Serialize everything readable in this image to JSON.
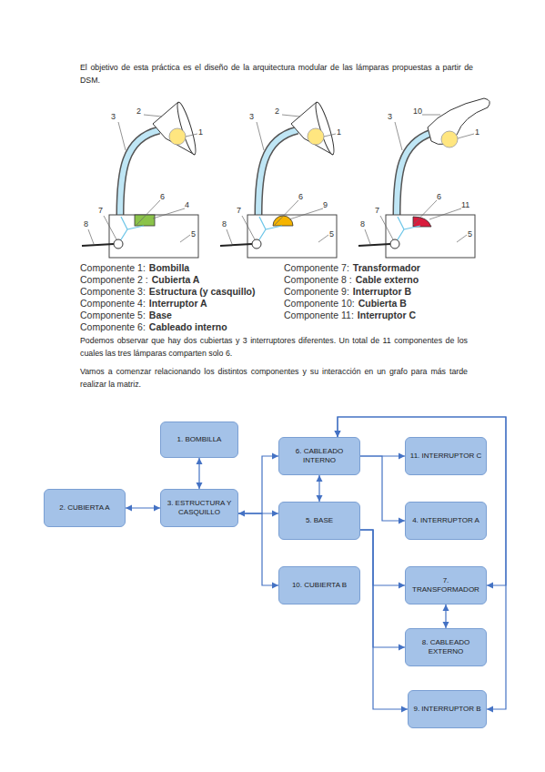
{
  "diagram": {
    "nodes": [
      {
        "text": [
          "1. BOMBILLA"
        ]
      },
      {
        "text": [
          "2. CUBIERTA A"
        ]
      },
      {
        "text": [
          "3. ESTRUCTURA Y CASQUILLO"
        ]
      },
      {
        "text": [
          "6. CABLEADO INTERNO"
        ]
      },
      {
        "text": [
          "5. BASE"
        ]
      },
      {
        "text": [
          "10. CUBIERTA B"
        ]
      },
      {
        "text": [
          "11. INTERRUPTOR C"
        ]
      },
      {
        "text": [
          "4. INTERRUPTOR A"
        ]
      },
      {
        "text": [
          "7. TRANSFORMADOR"
        ]
      },
      {
        "text": [
          "8. CABLEADO EXTERNO"
        ]
      },
      {
        "text": [
          "9. INTERRUPTOR B"
        ]
      }
    ],
    "edges": [
      {
        "from": 0,
        "to": 2,
        "arrow": "both"
      },
      {
        "from": 1,
        "to": 2,
        "arrow": "both"
      },
      {
        "from": 2,
        "to": 3,
        "arrow": "both"
      },
      {
        "from": 2,
        "to": 4,
        "arrow": "to"
      },
      {
        "from": 2,
        "to": 5,
        "arrow": "to"
      },
      {
        "from": 3,
        "to": 4,
        "arrow": "both"
      },
      {
        "from": 3,
        "to": 6,
        "arrow": "to"
      },
      {
        "from": 3,
        "to": 7,
        "arrow": "to"
      },
      {
        "from": 4,
        "to": 9,
        "arrow": "to"
      },
      {
        "from": 4,
        "to": 8,
        "arrow": "to"
      },
      {
        "from": 4,
        "to": 10,
        "arrow": "to"
      },
      {
        "from": 8,
        "to": 9,
        "arrow": "both"
      },
      {
        "from": 3,
        "to": 8,
        "arrow": "both"
      },
      {
        "from": 3,
        "to": 10,
        "arrow": "both"
      }
    ],
    "labels": [
      "El objetivo de esta práctica es el diseño de la arquitectura modular de las lámparas propuestas a partir de DSM.",
      "3",
      "2",
      "1",
      "6",
      "4",
      "5",
      "7",
      "8",
      "3",
      "2",
      "1",
      "6",
      "9",
      "5",
      "7",
      "8",
      "3",
      "10",
      "1",
      "6",
      "11",
      "5",
      "7",
      "8",
      "Componente 1:",
      "Bombilla",
      "Componente 2 :",
      "Cubierta A",
      "Componente 3:",
      "Estructura (y casquillo)",
      "Componente 4:",
      "Interruptor A",
      "Componente 5:",
      "Base",
      "Componente 6:",
      "Cableado interno",
      "Componente 7:",
      "Transformador",
      "Componente 8 :",
      "Cable externo",
      "Componente 9:",
      "Interruptor B",
      "Componente 10:",
      "Cubierta B",
      "Componente 11:",
      "Interruptor C",
      "Podemos observar que hay dos cubiertas y 3 interruptores diferentes. Un total de 11 componentes de los cuales las tres lámparas comparten solo 6.",
      "Vamos a comenzar relacionando los distintos componentes y su interacción en un grafo para más tarde realizar la matriz."
    ]
  }
}
